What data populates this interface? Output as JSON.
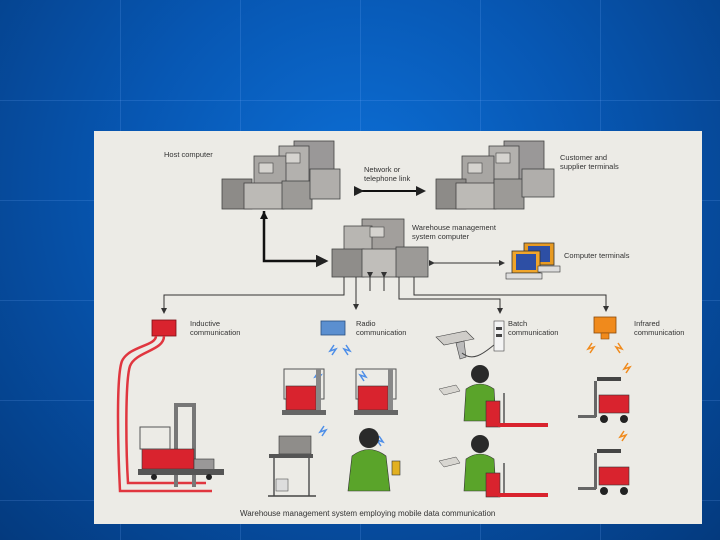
{
  "labels": {
    "host_computer": "Host computer",
    "network_link": "Network or\ntelephone link",
    "customer_terminals": "Customer and\nsupplier terminals",
    "wms_computer": "Warehouse management\nsystem computer",
    "computer_terminals": "Computer terminals",
    "inductive": "Inductive\ncommunication",
    "radio": "Radio\ncommunication",
    "batch": "Batch\ncommunication",
    "infrared": "Infrared\ncommunication"
  },
  "caption": "Warehouse management system employing mobile data communication",
  "colors": {
    "background_blue": "#0757b3",
    "figure_bg": "#ecebe6",
    "equipment_red": "#d9232e",
    "infrared_orange": "#f08a1c",
    "radio_blue": "#5b8fd0",
    "signal_blue": "#4d8ee8"
  }
}
